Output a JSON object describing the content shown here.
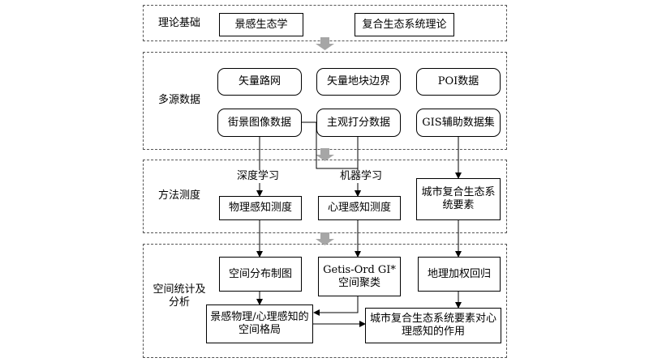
{
  "sections": {
    "theory": "理论基础",
    "data": "多源数据",
    "method": "方法测度",
    "analysis": "空间统计及\n分析"
  },
  "boxes": {
    "landscape_ecology": "景感生态学",
    "complex_eco_theory": "复合生态系统理论",
    "vector_road": "矢量路网",
    "vector_parcel": "矢量地块边界",
    "poi": "POI数据",
    "street_view": "街景图像数据",
    "subjective_score": "主观打分数据",
    "gis_aux": "GIS辅助数据集",
    "physical_perception": "物理感知测度",
    "psych_perception": "心理感知测度",
    "urban_elements": "城市复合生态系\n统要素",
    "spatial_mapping": "空间分布制图",
    "getis_ord": "Getis-Ord GI*\n空间聚类",
    "gwr": "地理加权回归",
    "spatial_pattern": "景感物理/心理感知的\n空间格局",
    "effect": "城市复合生态系统要素对心\n理感知的作用"
  },
  "arrow_labels": {
    "deep_learning": "深度学习",
    "machine_learning": "机器学习"
  },
  "colors": {
    "flow_arrow": "#a6a6a6",
    "line": "#000000",
    "panel_border": "#555555"
  }
}
